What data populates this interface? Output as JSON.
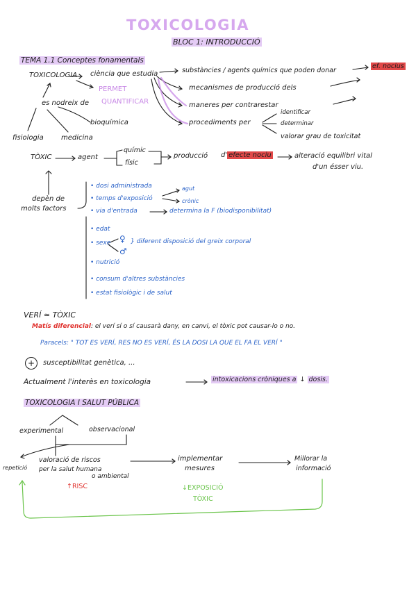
{
  "title": "TOXICOLOGIA",
  "bloc": "BLOC 1: INTRODUCCIÓ",
  "tema": "TEMA 1.1 Conceptes fonamentals",
  "map": {
    "toxicologia": "TOXICOLOGIA",
    "ciencia": "ciència que estudia",
    "substancies": "substàncies / agents químics que poden donar",
    "efnocius": "ef. nocius",
    "mecanismes": "mecanismes de producció dels",
    "maneres": "maneres per contrarestar",
    "procediments": "procediments per",
    "proc_items": [
      "identificar",
      "determinar",
      "valorar grau de toxicitat"
    ],
    "permet": "PERMET",
    "quantificar": "QUANTIFICAR",
    "nodreix": "es nodreix de",
    "bioquimica": "bioquímica",
    "fisiologia": "fisiologia",
    "medicina": "medicina",
    "toxic": "TÒXIC",
    "agent": "agent",
    "quimic": "químic",
    "fisic": "físic",
    "produccio": "producció",
    "efecte_pre": "d'",
    "efecte": "efecte nociu",
    "alteracio": "alteració equilibri vital",
    "esser": "d'un ésser viu.",
    "depen": "depèn de",
    "factors": "molts factors"
  },
  "factors": {
    "dosi": "• dosi administrada",
    "temps": "• temps d'exposició",
    "agut": "agut",
    "cronic": "crònic",
    "via": "• via d'entrada",
    "determina": "determina la F (biodisponibilitat)",
    "edat": "• edat",
    "sexe": "• sexe",
    "female": "♀",
    "male": "♂",
    "diferent": "} diferent disposició del greix corporal",
    "nutricio": "• nutrició",
    "consum": "• consum d'altres substàncies",
    "estat": "• estat fisiològic i de salut"
  },
  "veri": {
    "heading": "VERÍ ≃ TÒXIC",
    "matis_label": "Matís diferencial",
    "matis_text": ": el verí sí o sí causarà dany, en canvi, el tòxic pot causar-lo o no.",
    "paracels_label": "Paracels",
    "paracels_quote": ": \" TOT ES VERÍ, RES NO ES VERÍ, ÉS LA DOSI LA QUE EL FA EL VERÍ \"",
    "plus": "+",
    "suscept": "susceptibilitat genètica, ..."
  },
  "actual": {
    "text": "Actualment l'interès en toxicologia",
    "result": "intoxicacions cròniques a",
    "down": "↓",
    "dosis": "dosis."
  },
  "salut": {
    "heading": "TOXICOLOGIA I SALUT PÚBLICA",
    "experimental": "experimental",
    "observacional": "observacional",
    "repeticio": "repetició",
    "valoracio1": "valoració de riscos",
    "valoracio2": "per la salut humana",
    "valoracio3": "o ambiental",
    "implementar1": "implementar",
    "implementar2": "mesures",
    "millorar1": "Millorar la",
    "millorar2": "informació",
    "risc": "↑RISC",
    "exposicio1": "↓EXPOSICIÓ",
    "exposicio2": "TÒXIC"
  }
}
